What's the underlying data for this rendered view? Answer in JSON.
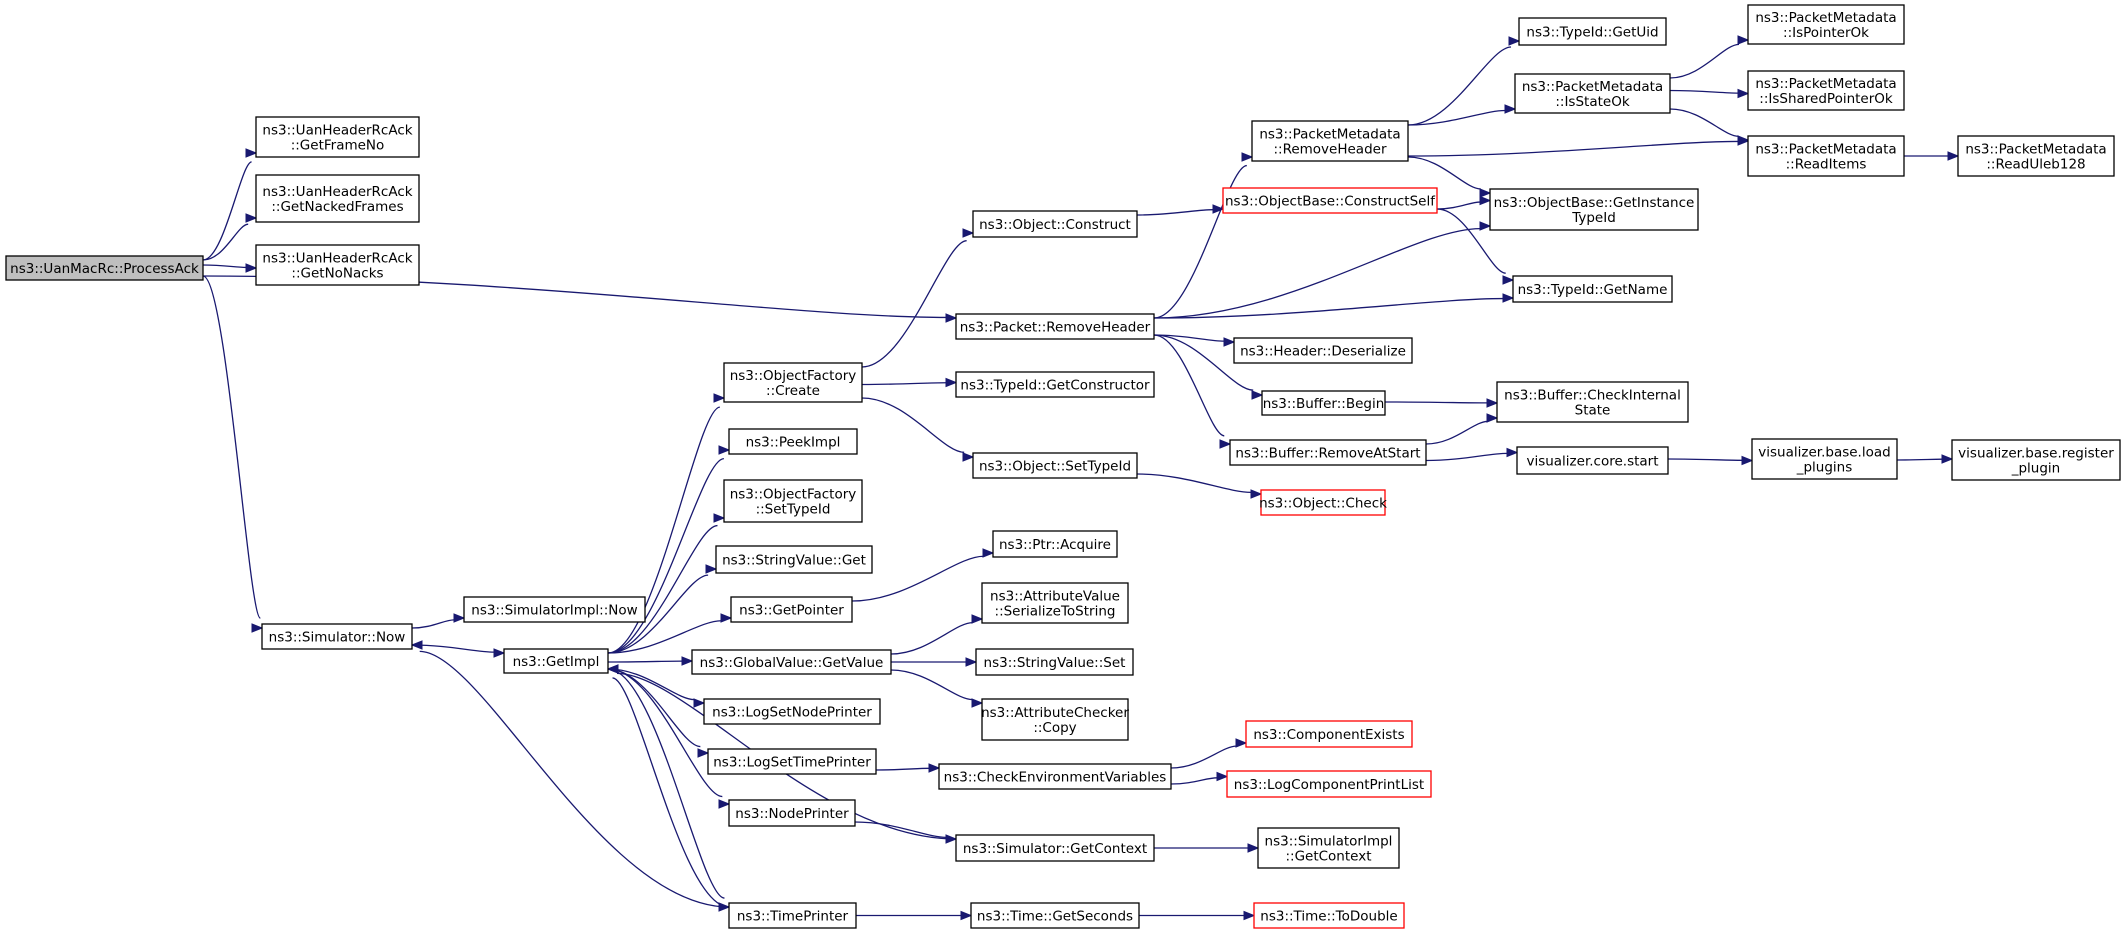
{
  "graph": {
    "nodes": [
      {
        "id": "root",
        "lines": [
          "ns3::UanMacRc::ProcessAck"
        ],
        "style": "root"
      },
      {
        "id": "getFrameNo",
        "lines": [
          "ns3::UanHeaderRcAck",
          "::GetFrameNo"
        ]
      },
      {
        "id": "getNacked",
        "lines": [
          "ns3::UanHeaderRcAck",
          "::GetNackedFrames"
        ]
      },
      {
        "id": "getNoNacks",
        "lines": [
          "ns3::UanHeaderRcAck",
          "::GetNoNacks"
        ]
      },
      {
        "id": "simNow",
        "lines": [
          "ns3::Simulator::Now"
        ]
      },
      {
        "id": "simImplNow",
        "lines": [
          "ns3::SimulatorImpl::Now"
        ]
      },
      {
        "id": "getImpl",
        "lines": [
          "ns3::GetImpl"
        ]
      },
      {
        "id": "ofCreate",
        "lines": [
          "ns3::ObjectFactory",
          "::Create"
        ]
      },
      {
        "id": "peekImpl",
        "lines": [
          "ns3::PeekImpl"
        ]
      },
      {
        "id": "ofSetTypeId",
        "lines": [
          "ns3::ObjectFactory",
          "::SetTypeId"
        ]
      },
      {
        "id": "strValGet",
        "lines": [
          "ns3::StringValue::Get"
        ]
      },
      {
        "id": "getPointer",
        "lines": [
          "ns3::GetPointer"
        ]
      },
      {
        "id": "gvGetValue",
        "lines": [
          "ns3::GlobalValue::GetValue"
        ]
      },
      {
        "id": "logSetNode",
        "lines": [
          "ns3::LogSetNodePrinter"
        ]
      },
      {
        "id": "logSetTime",
        "lines": [
          "ns3::LogSetTimePrinter"
        ]
      },
      {
        "id": "nodePrinter",
        "lines": [
          "ns3::NodePrinter"
        ]
      },
      {
        "id": "timePrinter",
        "lines": [
          "ns3::TimePrinter"
        ]
      },
      {
        "id": "objConstruct",
        "lines": [
          "ns3::Object::Construct"
        ]
      },
      {
        "id": "pktRemoveHeader",
        "lines": [
          "ns3::Packet::RemoveHeader"
        ]
      },
      {
        "id": "typeIdGetCtor",
        "lines": [
          "ns3::TypeId::GetConstructor"
        ]
      },
      {
        "id": "objSetTypeId",
        "lines": [
          "ns3::Object::SetTypeId"
        ]
      },
      {
        "id": "ptrAcquire",
        "lines": [
          "ns3::Ptr::Acquire"
        ]
      },
      {
        "id": "avSerialize",
        "lines": [
          "ns3::AttributeValue",
          "::SerializeToString"
        ]
      },
      {
        "id": "strValSet",
        "lines": [
          "ns3::StringValue::Set"
        ]
      },
      {
        "id": "acCopy",
        "lines": [
          "ns3::AttributeChecker",
          "::Copy"
        ]
      },
      {
        "id": "checkEnv",
        "lines": [
          "ns3::CheckEnvironmentVariables"
        ]
      },
      {
        "id": "simGetContext",
        "lines": [
          "ns3::Simulator::GetContext"
        ]
      },
      {
        "id": "timeGetSeconds",
        "lines": [
          "ns3::Time::GetSeconds"
        ]
      },
      {
        "id": "pmRemoveHeader",
        "lines": [
          "ns3::PacketMetadata",
          "::RemoveHeader"
        ]
      },
      {
        "id": "obConstructSelf",
        "lines": [
          "ns3::ObjectBase::ConstructSelf"
        ],
        "style": "red"
      },
      {
        "id": "headerDeser",
        "lines": [
          "ns3::Header::Deserialize"
        ]
      },
      {
        "id": "bufBegin",
        "lines": [
          "ns3::Buffer::Begin"
        ]
      },
      {
        "id": "bufRemoveAtStart",
        "lines": [
          "ns3::Buffer::RemoveAtStart"
        ]
      },
      {
        "id": "objCheck",
        "lines": [
          "ns3::Object::Check"
        ],
        "style": "red"
      },
      {
        "id": "compExists",
        "lines": [
          "ns3::ComponentExists"
        ],
        "style": "red"
      },
      {
        "id": "logCompPrint",
        "lines": [
          "ns3::LogComponentPrintList"
        ],
        "style": "red"
      },
      {
        "id": "simImplGetContext",
        "lines": [
          "ns3::SimulatorImpl",
          "::GetContext"
        ]
      },
      {
        "id": "timeToDouble",
        "lines": [
          "ns3::Time::ToDouble"
        ],
        "style": "red"
      },
      {
        "id": "typeIdGetUid",
        "lines": [
          "ns3::TypeId::GetUid"
        ]
      },
      {
        "id": "pmIsStateOk",
        "lines": [
          "ns3::PacketMetadata",
          "::IsStateOk"
        ]
      },
      {
        "id": "obGetInstTypeId",
        "lines": [
          "ns3::ObjectBase::GetInstance",
          "TypeId"
        ]
      },
      {
        "id": "typeIdGetName",
        "lines": [
          "ns3::TypeId::GetName"
        ]
      },
      {
        "id": "bufCheckInternal",
        "lines": [
          "ns3::Buffer::CheckInternal",
          "State"
        ]
      },
      {
        "id": "visCoreStart",
        "lines": [
          "visualizer.core.start"
        ]
      },
      {
        "id": "pmIsPointerOk",
        "lines": [
          "ns3::PacketMetadata",
          "::IsPointerOk"
        ]
      },
      {
        "id": "pmIsSharedPtrOk",
        "lines": [
          "ns3::PacketMetadata",
          "::IsSharedPointerOk"
        ]
      },
      {
        "id": "pmReadItems",
        "lines": [
          "ns3::PacketMetadata",
          "::ReadItems"
        ]
      },
      {
        "id": "visLoadPlugins",
        "lines": [
          "visualizer.base.load",
          "_plugins"
        ]
      },
      {
        "id": "pmReadUleb",
        "lines": [
          "ns3::PacketMetadata",
          "::ReadUleb128"
        ]
      },
      {
        "id": "visRegPlugin",
        "lines": [
          "visualizer.base.register",
          "_plugin"
        ]
      }
    ],
    "edges": [
      [
        "root",
        "getFrameNo"
      ],
      [
        "root",
        "getNacked"
      ],
      [
        "root",
        "getNoNacks"
      ],
      [
        "root",
        "simNow"
      ],
      [
        "root",
        "pktRemoveHeader"
      ],
      [
        "simNow",
        "simImplNow"
      ],
      [
        "simNow",
        "getImpl"
      ],
      [
        "getImpl",
        "ofCreate"
      ],
      [
        "getImpl",
        "peekImpl"
      ],
      [
        "getImpl",
        "ofSetTypeId"
      ],
      [
        "getImpl",
        "strValGet"
      ],
      [
        "getImpl",
        "getPointer"
      ],
      [
        "getImpl",
        "gvGetValue"
      ],
      [
        "getImpl",
        "logSetNode"
      ],
      [
        "getImpl",
        "logSetTime"
      ],
      [
        "getImpl",
        "nodePrinter"
      ],
      [
        "getImpl",
        "timePrinter"
      ],
      [
        "ofCreate",
        "objConstruct"
      ],
      [
        "ofCreate",
        "typeIdGetCtor"
      ],
      [
        "ofCreate",
        "objSetTypeId"
      ],
      [
        "getPointer",
        "ptrAcquire"
      ],
      [
        "gvGetValue",
        "avSerialize"
      ],
      [
        "gvGetValue",
        "strValSet"
      ],
      [
        "gvGetValue",
        "acCopy"
      ],
      [
        "logSetTime",
        "checkEnv"
      ],
      [
        "nodePrinter",
        "simGetContext"
      ],
      [
        "simGetContext",
        "getImpl"
      ],
      [
        "simGetContext",
        "simImplGetContext"
      ],
      [
        "timePrinter",
        "simNow"
      ],
      [
        "timePrinter",
        "getImpl"
      ],
      [
        "timePrinter",
        "timeGetSeconds"
      ],
      [
        "objConstruct",
        "obConstructSelf"
      ],
      [
        "pktRemoveHeader",
        "pmRemoveHeader"
      ],
      [
        "pktRemoveHeader",
        "obGetInstTypeId"
      ],
      [
        "pktRemoveHeader",
        "typeIdGetName"
      ],
      [
        "pktRemoveHeader",
        "headerDeser"
      ],
      [
        "pktRemoveHeader",
        "bufBegin"
      ],
      [
        "pktRemoveHeader",
        "bufRemoveAtStart"
      ],
      [
        "objSetTypeId",
        "objCheck"
      ],
      [
        "checkEnv",
        "compExists"
      ],
      [
        "checkEnv",
        "logCompPrint"
      ],
      [
        "timeGetSeconds",
        "timeToDouble"
      ],
      [
        "pmRemoveHeader",
        "typeIdGetUid"
      ],
      [
        "pmRemoveHeader",
        "pmIsStateOk"
      ],
      [
        "pmRemoveHeader",
        "pmReadItems"
      ],
      [
        "pmRemoveHeader",
        "obGetInstTypeId"
      ],
      [
        "obConstructSelf",
        "obGetInstTypeId"
      ],
      [
        "obConstructSelf",
        "typeIdGetName"
      ],
      [
        "bufBegin",
        "bufCheckInternal"
      ],
      [
        "bufRemoveAtStart",
        "bufCheckInternal"
      ],
      [
        "bufRemoveAtStart",
        "visCoreStart"
      ],
      [
        "pmIsStateOk",
        "pmIsPointerOk"
      ],
      [
        "pmIsStateOk",
        "pmIsSharedPtrOk"
      ],
      [
        "pmIsStateOk",
        "pmReadItems"
      ],
      [
        "pmReadItems",
        "pmReadUleb"
      ],
      [
        "visCoreStart",
        "visLoadPlugins"
      ],
      [
        "visLoadPlugins",
        "visRegPlugin"
      ]
    ]
  }
}
